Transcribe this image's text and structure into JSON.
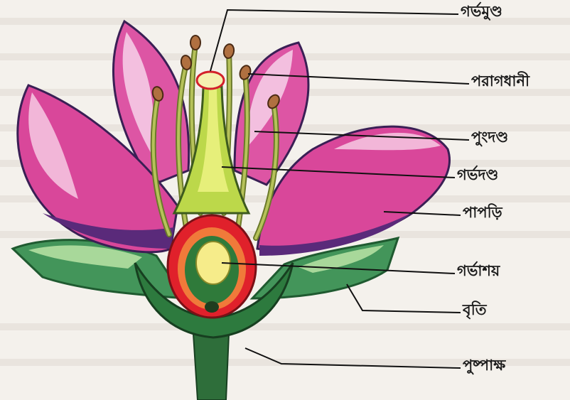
{
  "diagram": {
    "labels": {
      "stigma": "গর্ভমুণ্ড",
      "anther": "পরাগধানী",
      "filament": "পুংদণ্ড",
      "style": "গর্ভদণ্ড",
      "petal": "পাপড়ি",
      "ovary": "গর্ভাশয়",
      "sepal": "বৃতি",
      "receptacle": "পুষ্পাক্ষ"
    },
    "colors": {
      "petal": "#d9479a",
      "petal_light": "#f2b6d8",
      "petal_shadow": "#5a2a7a",
      "sepal": "#3c8a4c",
      "sepal_dark": "#1f5a30",
      "stamen": "#9aa64a",
      "anther": "#a0663a",
      "ovary_outer": "#e0212b",
      "ovary_mid": "#2f7a3a",
      "ovule": "#f6ec8a",
      "style": "#cde05a",
      "background": "#f4f1ec"
    }
  }
}
